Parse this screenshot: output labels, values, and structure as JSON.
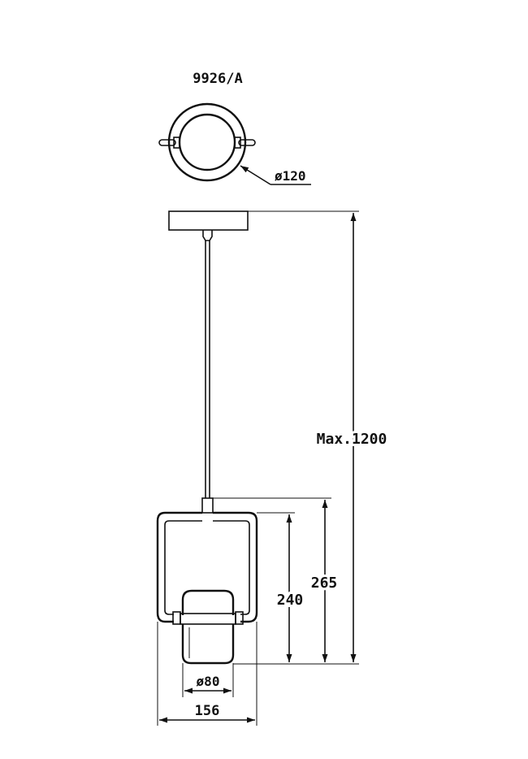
{
  "drawing": {
    "model": "9926/A",
    "dimensions": {
      "canopy_diameter": "ø120",
      "max_height": "Max.1200",
      "body_height_total": "265",
      "body_height_frame": "240",
      "shade_diameter": "ø80",
      "frame_width": "156"
    }
  }
}
